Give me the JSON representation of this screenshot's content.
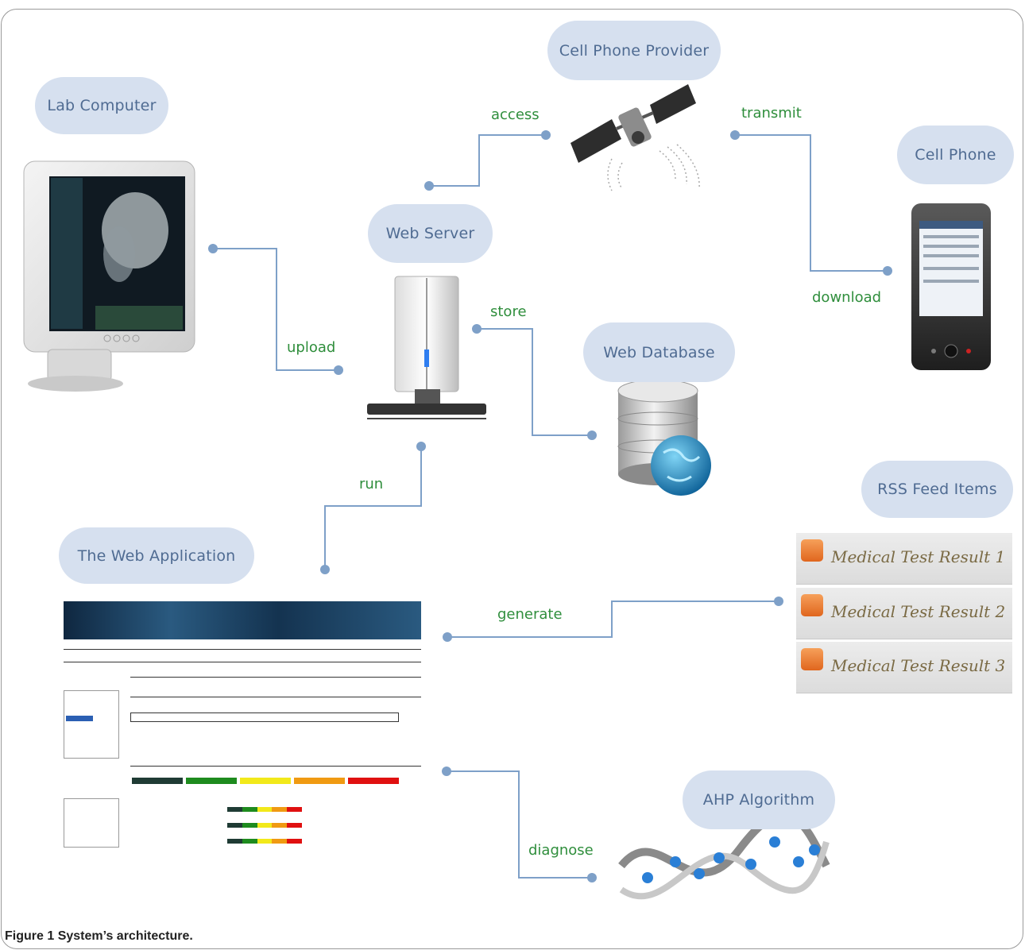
{
  "nodes": {
    "lab_computer": "Lab Computer",
    "cell_phone_provider": "Cell Phone  Provider",
    "cell_phone": "Cell Phone",
    "web_server": "Web Server",
    "web_database": "Web Database",
    "web_application": "The Web  Application",
    "rss_feed_items": "RSS Feed  Items",
    "ahp_algorithm": "AHP Algorithm"
  },
  "edges": {
    "access": "access",
    "transmit": "transmit",
    "download": "download",
    "upload": "upload",
    "store": "store",
    "run": "run",
    "generate": "generate",
    "diagnose": "diagnose"
  },
  "rss_items": [
    "Medical Test Result 1",
    "Medical Test Result 2",
    "Medical Test Result 3"
  ],
  "caption": {
    "label": "Figure 1",
    "text": "System’s architecture."
  },
  "colors": {
    "connector": "#7ea0c8",
    "pill_bg": "#d6e0ef",
    "pill_text": "#4f6b92",
    "edge_label": "#2f8e3c"
  }
}
